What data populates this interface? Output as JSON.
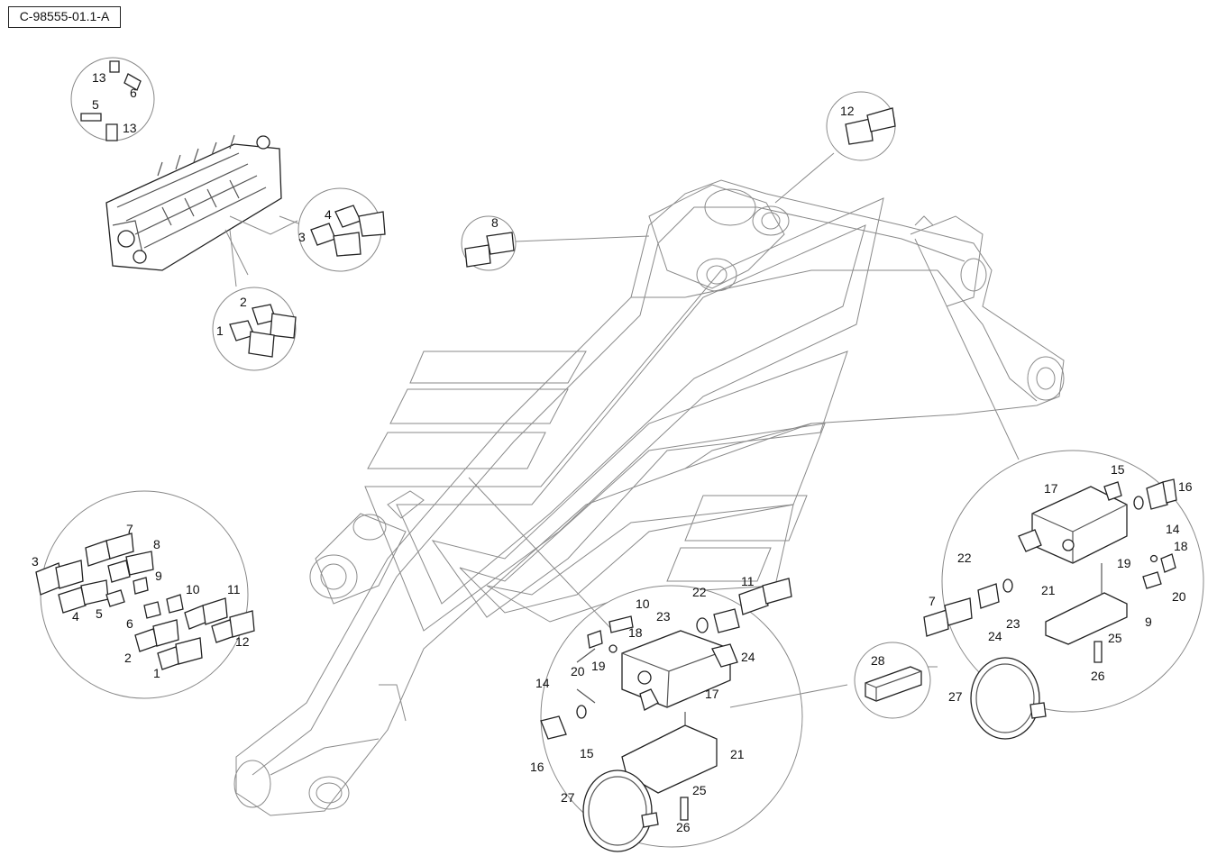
{
  "drawing_ref": "C-98555-01.1-A",
  "callouts": {
    "c13a": "13",
    "c6a": "6",
    "c5a": "5",
    "c13b": "13",
    "c4a": "4",
    "c3a": "3",
    "c2a": "2",
    "c1a": "1",
    "c8a": "8",
    "c12a": "12",
    "l3": "3",
    "l7": "7",
    "l8": "8",
    "l9": "9",
    "l4": "4",
    "l5": "5",
    "l10": "10",
    "l11": "11",
    "l6": "6",
    "l12": "12",
    "l2": "2",
    "l1": "1",
    "m10": "10",
    "m11": "11",
    "m22": "22",
    "m18": "18",
    "m23": "23",
    "m24": "24",
    "m20": "20",
    "m19": "19",
    "m14": "14",
    "m17": "17",
    "m15": "15",
    "m16": "16",
    "m21": "21",
    "m27": "27",
    "m25": "25",
    "m26": "26",
    "r17": "17",
    "r15": "15",
    "r16": "16",
    "r14": "14",
    "r18": "18",
    "r22": "22",
    "r19": "19",
    "r20": "20",
    "r7": "7",
    "r21": "21",
    "r24": "24",
    "r23": "23",
    "r9": "9",
    "r25": "25",
    "r26": "26",
    "r27": "27",
    "r28": "28"
  }
}
